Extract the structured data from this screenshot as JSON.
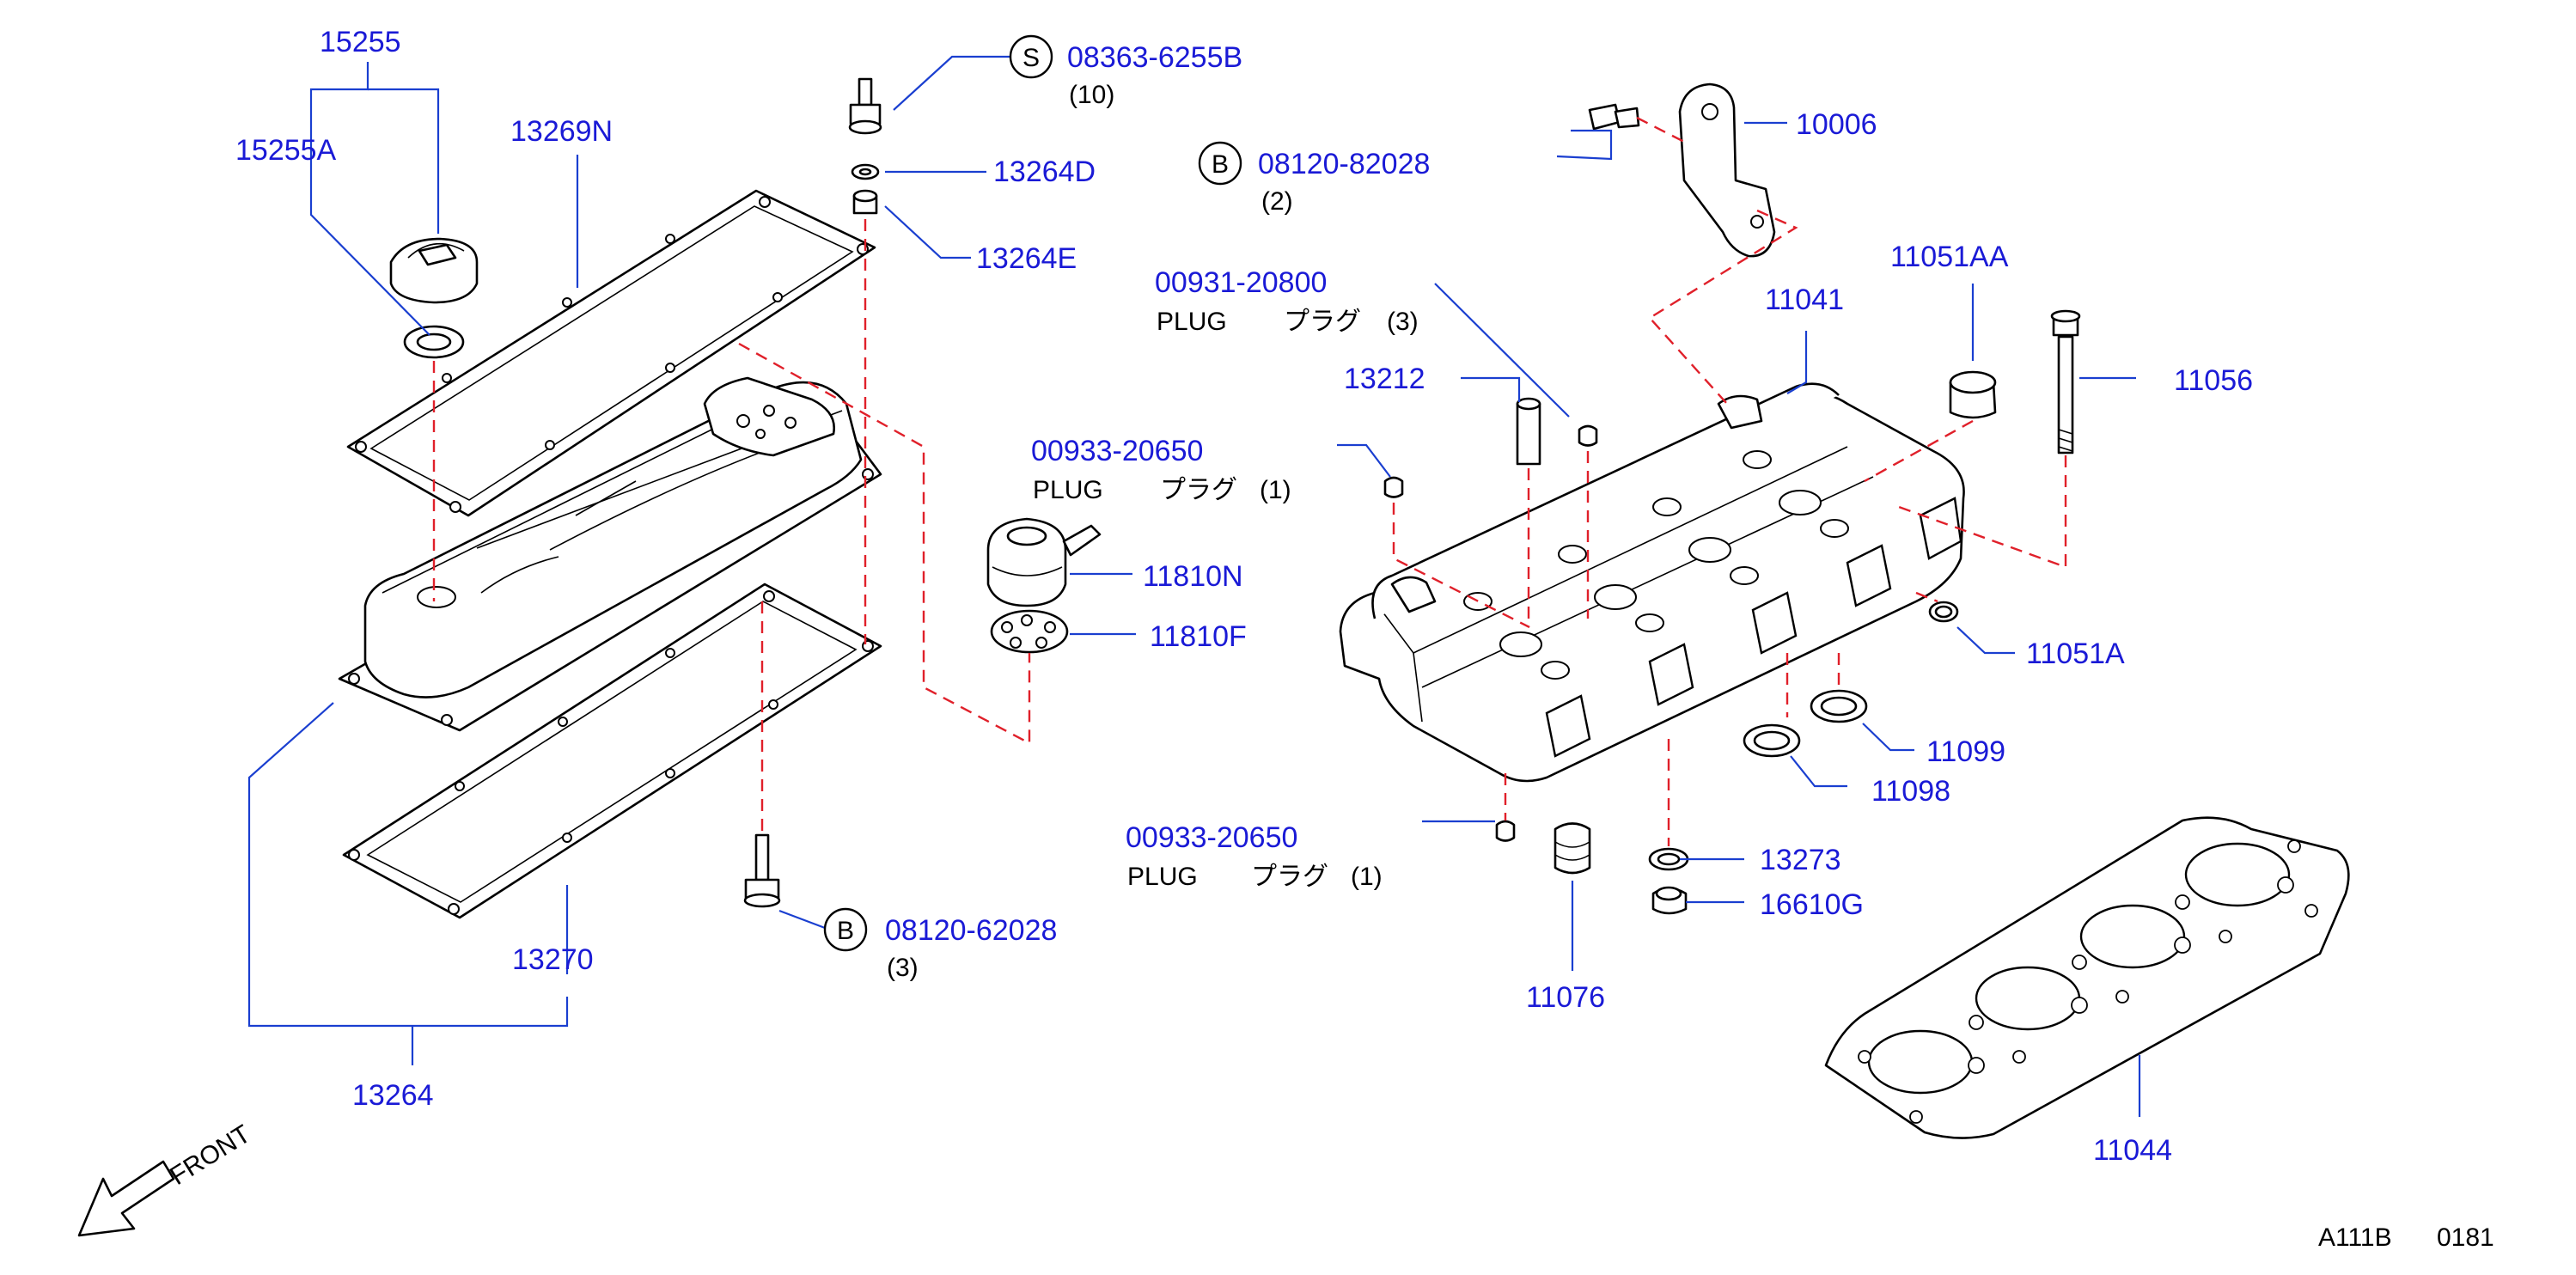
{
  "labels": {
    "p15255": "15255",
    "p15255A": "15255A",
    "p13269N": "13269N",
    "p13264D": "13264D",
    "p13264E": "13264E",
    "p13270": "13270",
    "p13264": "13264",
    "p11810N": "11810N",
    "p11810F": "11810F",
    "p10006": "10006",
    "p11051AA": "11051AA",
    "p11041": "11041",
    "p11056": "11056",
    "p13212": "13212",
    "p11051A": "11051A",
    "p11099": "11099",
    "p11098": "11098",
    "p13273": "13273",
    "p16610G": "16610G",
    "p11076": "11076",
    "p11044": "11044"
  },
  "fasteners": {
    "s_bolt": {
      "prefix": "S",
      "part": "08363-6255B",
      "qty": "(10)"
    },
    "b_bracket": {
      "prefix": "B",
      "part": "08120-82028",
      "qty": "(2)"
    },
    "b_cover": {
      "prefix": "B",
      "part": "08120-62028",
      "qty": "(3)"
    }
  },
  "plugs": {
    "plug_a": {
      "part": "00931-20800",
      "name": "PLUG",
      "jp": "プラグ",
      "qty": "(3)"
    },
    "plug_b": {
      "part": "00933-20650",
      "name": "PLUG",
      "jp": "プラグ",
      "qty": "(1)"
    },
    "plug_c": {
      "part": "00933-20650",
      "name": "PLUG",
      "jp": "プラグ",
      "qty": "(1)"
    }
  },
  "front_label": "FRONT",
  "drawing_id": "A111B",
  "drawing_num": "0181",
  "colors": {
    "part_number": "#1a1ad6",
    "leader": "#1a3fd0",
    "phantom_line": "#e0202a",
    "outline": "#000000"
  }
}
